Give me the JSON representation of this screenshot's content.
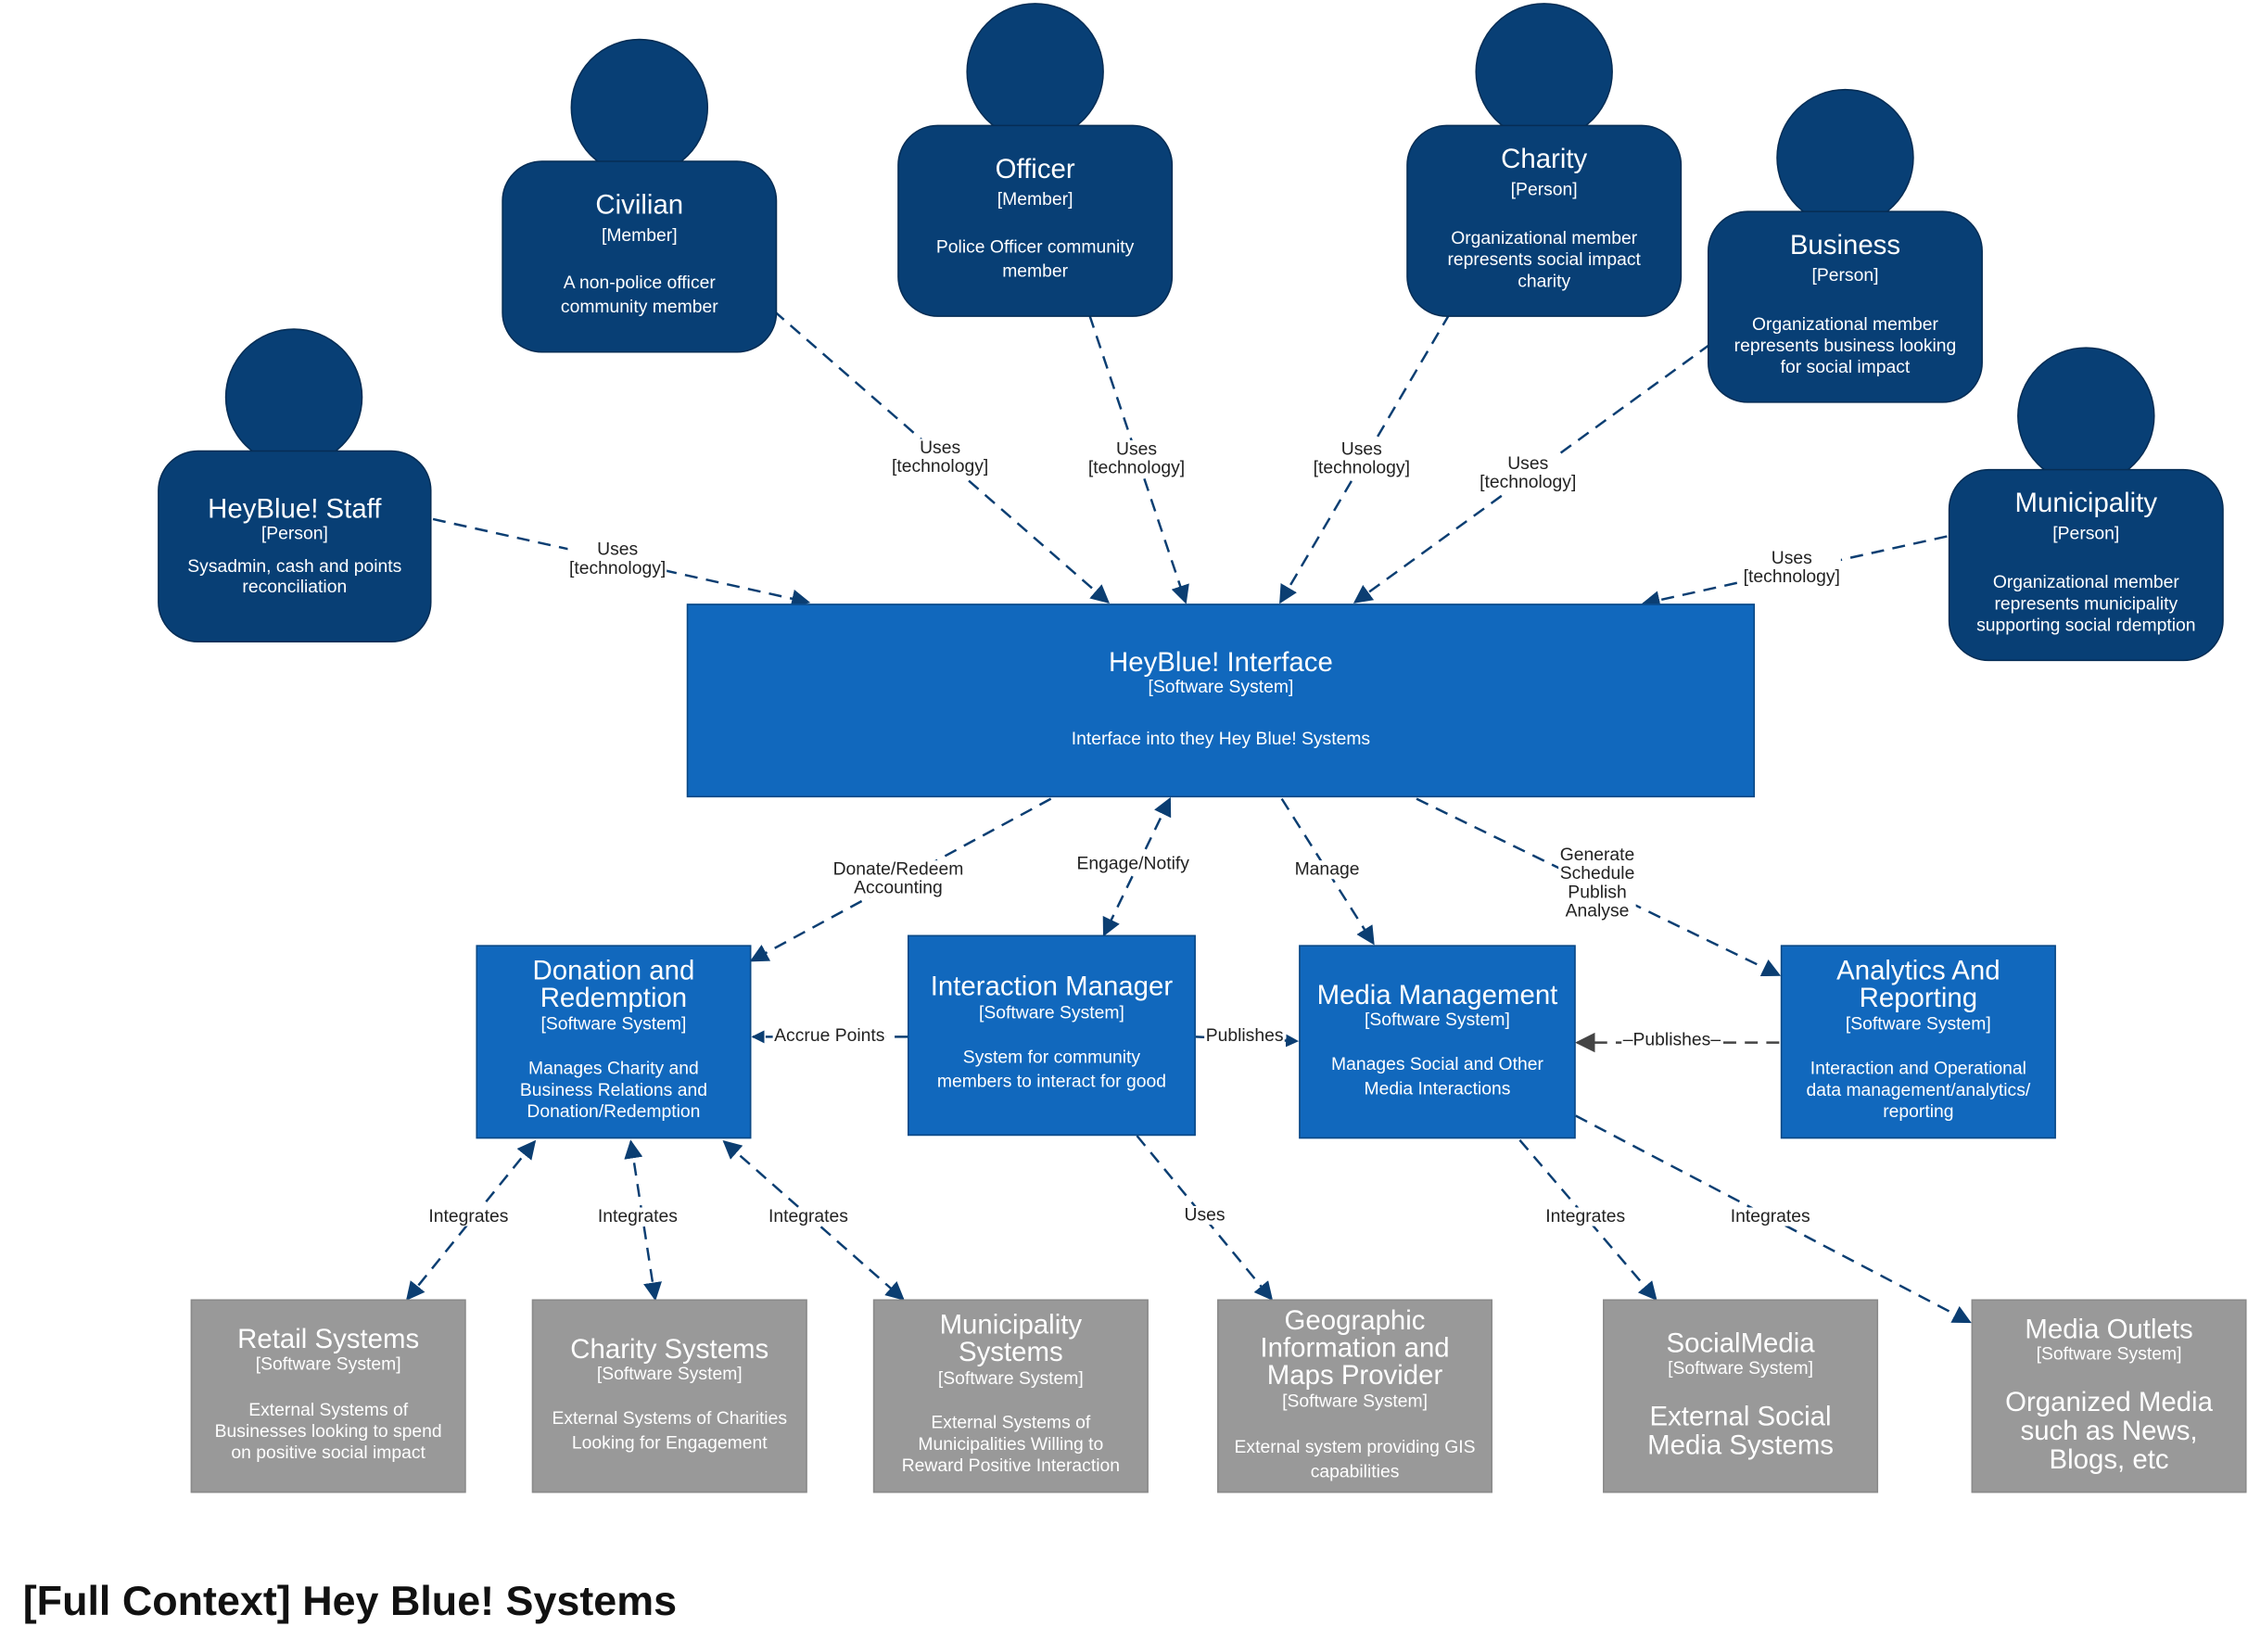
{
  "diagram": {
    "title": "[Full Context] Hey Blue! Systems",
    "colors": {
      "person": "#083f75",
      "internal_system": "#1168bd",
      "external_system": "#999999",
      "edge": "#0b3e72",
      "edge_grey": "#444444"
    },
    "people": {
      "staff": {
        "name": "HeyBlue! Staff",
        "type": "[Person]",
        "desc": "Sysadmin, cash and points reconciliation"
      },
      "civilian": {
        "name": "Civilian",
        "type": "[Member]",
        "desc": "A non-police officer community member"
      },
      "officer": {
        "name": "Officer",
        "type": "[Member]",
        "desc": "Police Officer community member"
      },
      "charity": {
        "name": "Charity",
        "type": "[Person]",
        "desc": "Organizational member represents social impact charity"
      },
      "business": {
        "name": "Business",
        "type": "[Person]",
        "desc": "Organizational member represents business looking for social impact"
      },
      "municipality": {
        "name": "Municipality",
        "type": "[Person]",
        "desc": "Organizational member represents municipality supporting social rdemption"
      }
    },
    "systems": {
      "interface": {
        "name": "HeyBlue! Interface",
        "type": "[Software System]",
        "desc": "Interface into they Hey Blue! Systems"
      },
      "donation": {
        "name": "Donation and Redemption",
        "type": "[Software System]",
        "desc": "Manages Charity and Business Relations and Donation/Redemption"
      },
      "interaction": {
        "name": "Interaction Manager",
        "type": "[Software System]",
        "desc": "System for community members to interact for good"
      },
      "media": {
        "name": "Media Management",
        "type": "[Software System]",
        "desc": "Manages Social and Other Media Interactions"
      },
      "analytics": {
        "name": "Analytics And Reporting",
        "type": "[Software System]",
        "desc": "Interaction and Operational data management/analytics/ reporting"
      }
    },
    "external": {
      "retail": {
        "name": "Retail Systems",
        "type": "[Software System]",
        "desc": "External Systems of Businesses looking to spend on positive social impact"
      },
      "charity_sys": {
        "name": "Charity Systems",
        "type": "[Software System]",
        "desc": "External Systems of Charities Looking for Engagement"
      },
      "municipality_sys": {
        "name": "Municipality Systems",
        "type": "[Software System]",
        "desc": "External Systems of Municipalities Willing to Reward Positive Interaction"
      },
      "gis": {
        "name": "Geographic Information and Maps Provider",
        "type": "[Software System]",
        "desc": "External system providing GIS capabilities"
      },
      "social": {
        "name": "SocialMedia",
        "type": "[Software System]",
        "desc": "External Social Media Systems"
      },
      "outlets": {
        "name": "Media Outlets",
        "type": "[Software System]",
        "desc": "Organized Media such as News, Blogs, etc"
      }
    },
    "relations": {
      "uses": "Uses",
      "technology": "[technology]",
      "donate_redeem": "Donate/Redeem",
      "accounting": "Accounting",
      "engage_notify": "Engage/Notify",
      "manage": "Manage",
      "generate": "Generate",
      "schedule": "Schedule",
      "publish": "Publish",
      "analyse": "Analyse",
      "accrue_points": "Accrue Points",
      "publishes": "Publishes",
      "publishes_dashed": "–Publishes–",
      "integrates": "Integrates"
    }
  }
}
